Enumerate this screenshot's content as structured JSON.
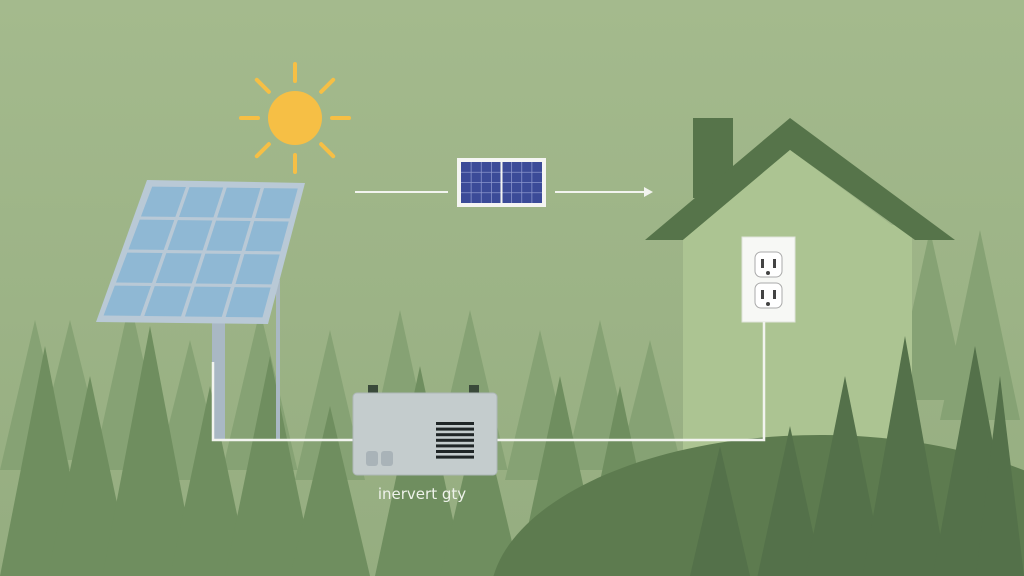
{
  "inverter": {
    "label": "inervert gty"
  },
  "colors": {
    "sky": "#a0b78a",
    "sun": "#f6bf45",
    "panel_cell": "#8fb8d4",
    "panel_frame": "#b9c9d6",
    "house_wall": "#acc492",
    "house_roof": "#56744a",
    "tree_dark": "#5f7f52",
    "tree_mid": "#7a9868",
    "wire": "#f2f4ef"
  },
  "icons": [
    "sun-icon",
    "solar-panel",
    "mini-solar-panel",
    "arrow-right",
    "house",
    "wall-outlet",
    "inverter-box"
  ]
}
